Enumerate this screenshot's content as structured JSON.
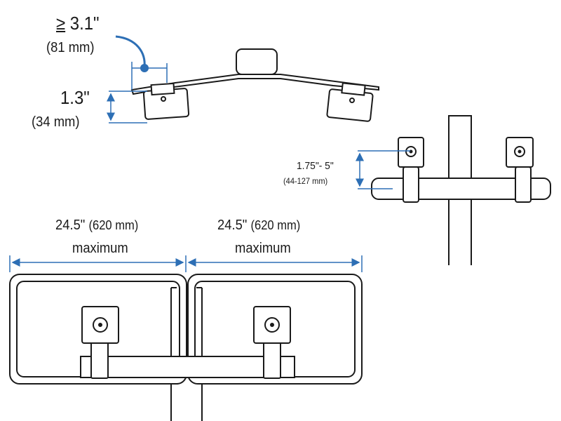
{
  "top_view": {
    "clearance_value": "3.1\"",
    "clearance_symbol": "≥",
    "clearance_metric": "(81 mm)",
    "height_value": "1.3\"",
    "height_metric": "(34 mm)"
  },
  "side_view": {
    "range_value": "1.75\"- 5\"",
    "range_metric": "(44-127 mm)"
  },
  "front_view": {
    "left_width": "24.5\"",
    "left_metric": "(620 mm)",
    "left_note": "maximum",
    "right_width": "24.5\"",
    "right_metric": "(620 mm)",
    "right_note": "maximum"
  },
  "colors": {
    "dimension_line": "#2d6fb5",
    "callout_dot": "#2d6fb5",
    "outline": "#1a1a1a"
  }
}
